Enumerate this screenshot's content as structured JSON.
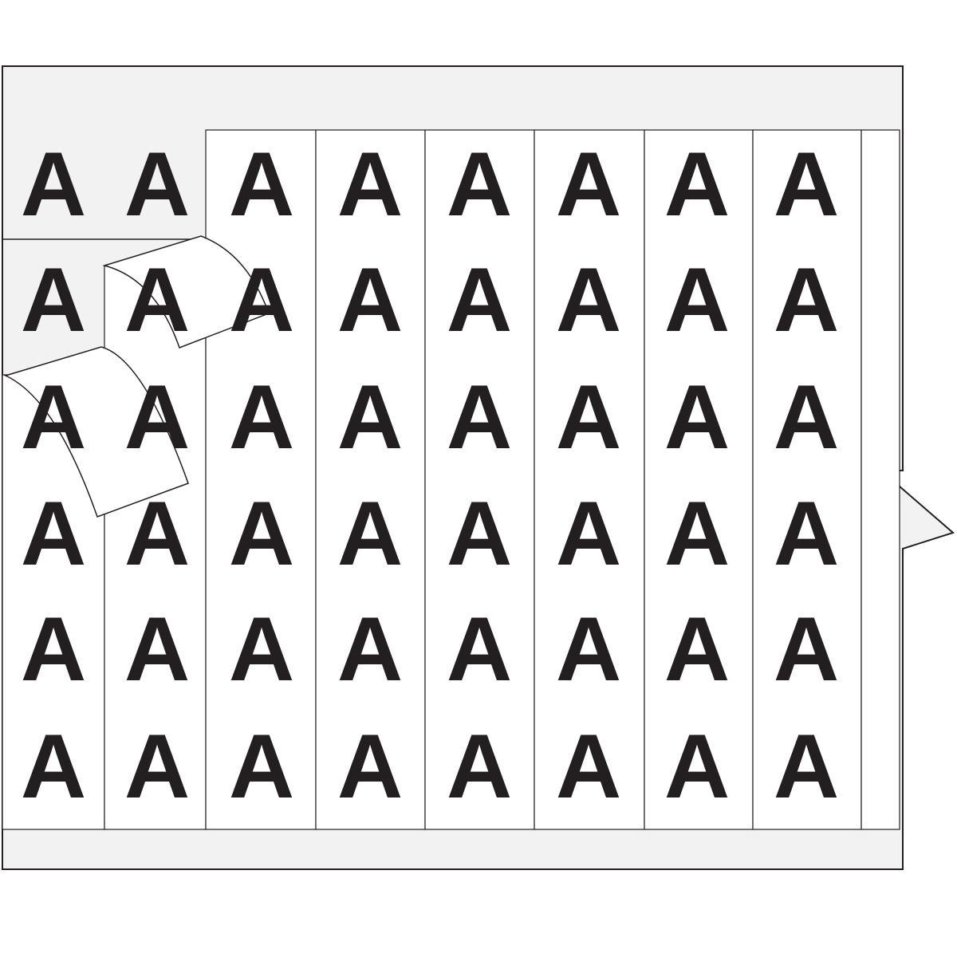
{
  "sheet": {
    "label_letter": "A",
    "columns": 8,
    "rows": 6,
    "liner_color": "#f2f2f2",
    "label_color": "#ffffff",
    "letter_color": "#231f20",
    "line_color": "#231f20",
    "peeled_labels": 2
  }
}
